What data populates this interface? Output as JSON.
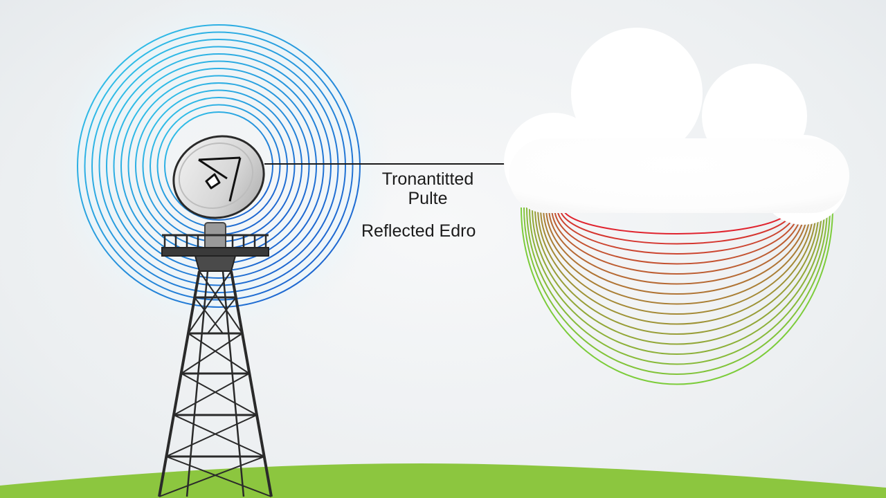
{
  "labels": {
    "transmitted_line1": "Tronantitted",
    "transmitted_line2": "Pulte",
    "reflected": "Reflected Edro"
  },
  "colors": {
    "transmit_waves": [
      "#2fc6e8",
      "#1a5fd0"
    ],
    "echo_inner": "#e0232e",
    "echo_outer": "#7ccc3a",
    "ground": "#8cc63f",
    "tower": "#2a2a2a",
    "cloud": "#ffffff",
    "pulse_arrow": "#1a1a1a"
  },
  "icons": [
    "radar-dish-icon",
    "cloud-icon",
    "pulse-arrow-icon"
  ]
}
